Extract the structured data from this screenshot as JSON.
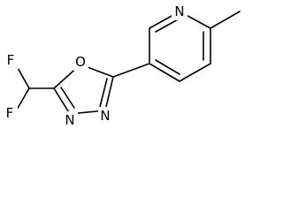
{
  "molecule": {
    "atoms": {
      "fluorine_top": "F",
      "fluorine_bottom": "F",
      "oxadiazole_oxygen": "O",
      "oxadiazole_nitrogen_left": "N",
      "oxadiazole_nitrogen_right": "N",
      "pyridine_nitrogen": "N"
    },
    "colors": {
      "bond": "#000000",
      "label": "#000000",
      "background": "#ffffff"
    }
  }
}
